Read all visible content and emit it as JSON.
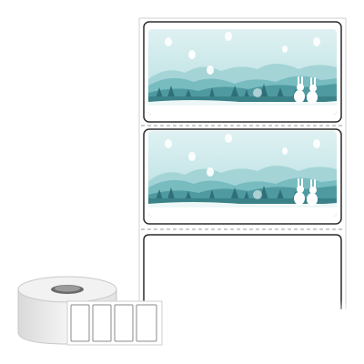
{
  "product": {
    "labels_on_strip": 2,
    "empty_slots": 1,
    "roll_preview_labels": 4,
    "colors": {
      "sky_top": "#d9eef0",
      "sky_mid": "#b3dde0",
      "mountain_far": "#9fd0d3",
      "mountain_mid": "#6fb3b7",
      "mountain_near": "#3f8f95",
      "forest": "#2f6f78",
      "snow": "#ffffff",
      "outline": "#2b2b2b",
      "paper_edge": "#bdbdbd",
      "roll_gray": "#e6e6e6"
    },
    "icons": [
      "rabbit-icon",
      "snowflake-icon"
    ]
  }
}
